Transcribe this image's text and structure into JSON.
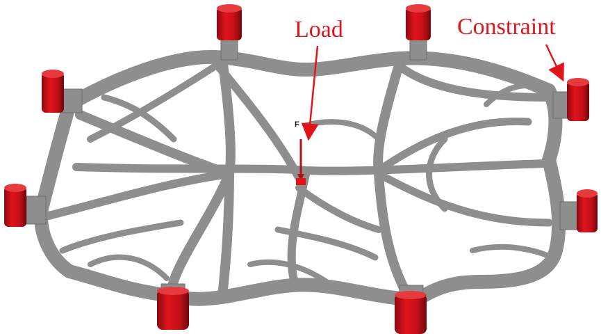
{
  "labels": {
    "load": "Load",
    "constraint": "Constraint",
    "force_symbol": "F"
  },
  "colors": {
    "structure": "#8e8e8e",
    "structure_edge": "#6c6c6c",
    "constraint": "#d0101a",
    "annotation": "#e0141b",
    "background": "#ffffff"
  }
}
